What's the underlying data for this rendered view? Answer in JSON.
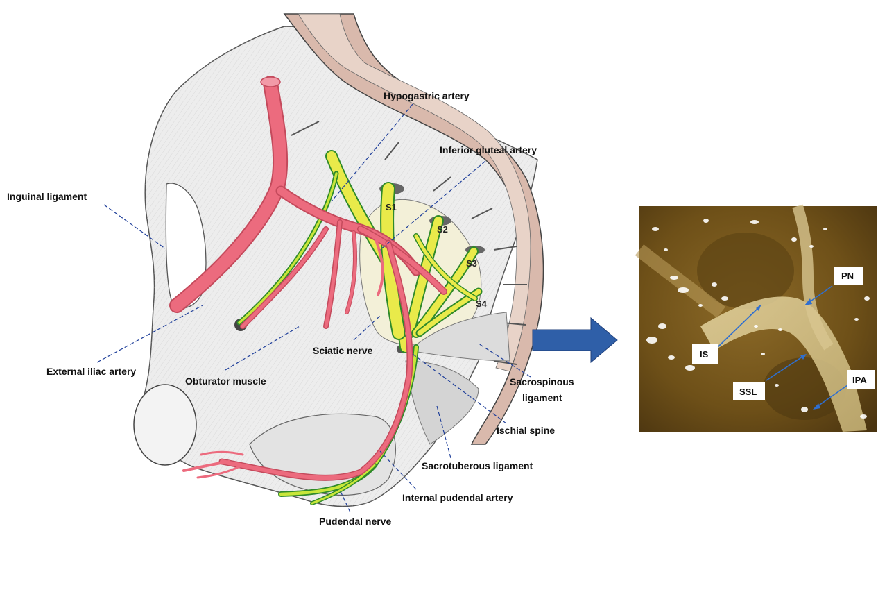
{
  "diagram": {
    "labels": {
      "hypogastric_artery": "Hypogastric artery",
      "inferior_gluteal_artery": "Inferior gluteal artery",
      "inguinal_ligament": "Inguinal ligament",
      "external_iliac_artery": "External iliac artery",
      "obturator_muscle": "Obturator muscle",
      "sciatic_nerve": "Sciatic nerve",
      "sacrospinous_ligament_1": "Sacrospinous",
      "sacrospinous_ligament_2": "ligament",
      "ischial_spine": "Ischial spine",
      "sacrotuberous_ligament": "Sacrotuberous ligament",
      "internal_pudendal_artery": "Internal pudendal artery",
      "pudendal_nerve": "Pudendal nerve"
    },
    "sacral_roots": {
      "s1": "S1",
      "s2": "S2",
      "s3": "S3",
      "s4": "S4"
    }
  },
  "photo": {
    "labels": {
      "pn": "PN",
      "is": "IS",
      "ssl": "SSL",
      "ipa": "IPA"
    }
  },
  "colors": {
    "artery": "#ec6b7e",
    "nerve": "#e9ea4a",
    "nerve_outline": "#2f8a2a",
    "leader": "#1f3f9a",
    "arrow": "#2f5fa8",
    "bone": "#d9b9ac",
    "photo_bg": "#7a5a1e"
  }
}
